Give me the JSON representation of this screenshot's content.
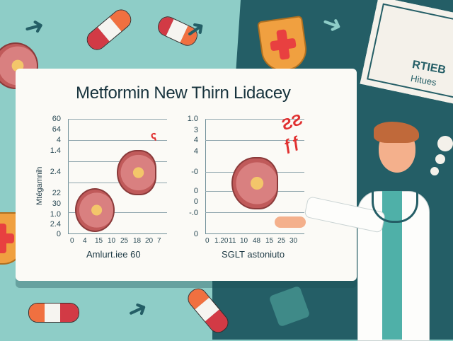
{
  "illustration": {
    "title": "Metformin New Thirn Lidacey",
    "stamp": {
      "line1": "RTIEB",
      "line2": "Hitues"
    },
    "elements": [
      "pill-icon",
      "arrow-icon",
      "shield-icon",
      "kidney-icon",
      "doctor-figure",
      "stethoscope-icon",
      "stamp"
    ]
  },
  "chart_data": [
    {
      "type": "line",
      "title": "Metformin New Thirn Lidacey",
      "ylabel": "Mtégamnih",
      "xlabel": "Amlurt.iee 60",
      "yticks": [
        "60",
        "64",
        "4",
        "1.4",
        "2.4",
        "22",
        "30",
        "1.0",
        "2.4",
        "0"
      ],
      "xticks": [
        "0",
        "4",
        "15",
        "10",
        "25",
        "18",
        "20",
        "7"
      ],
      "grid": true
    },
    {
      "type": "line",
      "title": "",
      "ylabel": "",
      "xlabel": "SGLT astoniuto",
      "yticks": [
        "1.0",
        "3",
        "4",
        "4",
        "-0",
        "0",
        "0",
        "-.0",
        "0"
      ],
      "xticks": [
        "0",
        "1.20",
        "11",
        "10",
        "48",
        "15",
        "25",
        "30"
      ],
      "grid": true
    }
  ]
}
